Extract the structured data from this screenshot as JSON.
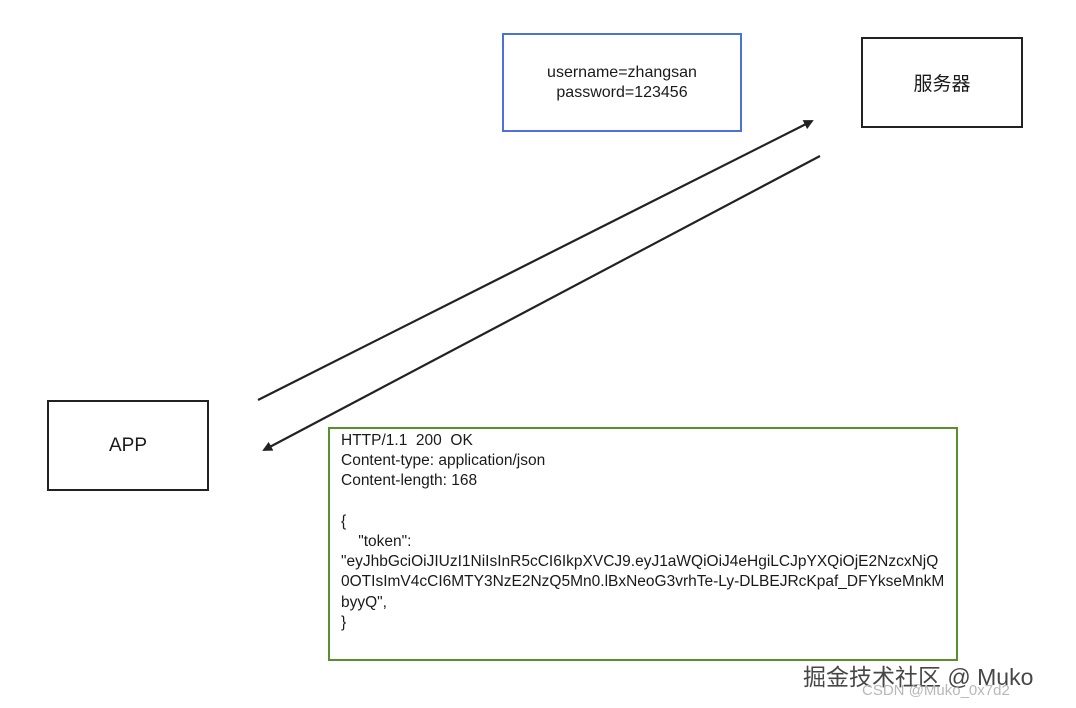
{
  "nodes": {
    "request": {
      "line1": "username=zhangsan",
      "line2": "password=123456"
    },
    "server": {
      "label": "服务器"
    },
    "app": {
      "label": "APP"
    },
    "response": {
      "status_line": "HTTP/1.1  200  OK",
      "content_type": "Content-type: application/json",
      "content_length": "Content-length: 168",
      "brace_open": "{",
      "token_key": "    \"token\":",
      "token_value": "\"eyJhbGciOiJIUzI1NiIsInR5cCI6IkpXVCJ9.eyJ1aWQiOiJ4eHgiLCJpYXQiOjE2NzcxNjQ0OTIsImV4cCI6MTY3NzE2NzQ5Mn0.lBxNeoG3vrhTe-Ly-DLBEJRcKpaf_DFYkseMnkMbyyQ\",",
      "brace_close": "}"
    }
  },
  "colors": {
    "request_border": "#4a72d8",
    "response_border": "#5a8f2e",
    "node_border": "#222222",
    "arrow": "#222222"
  },
  "watermark": {
    "main": "掘金技术社区 @ Muko",
    "sub": "CSDN @Muko_0x7d2"
  }
}
